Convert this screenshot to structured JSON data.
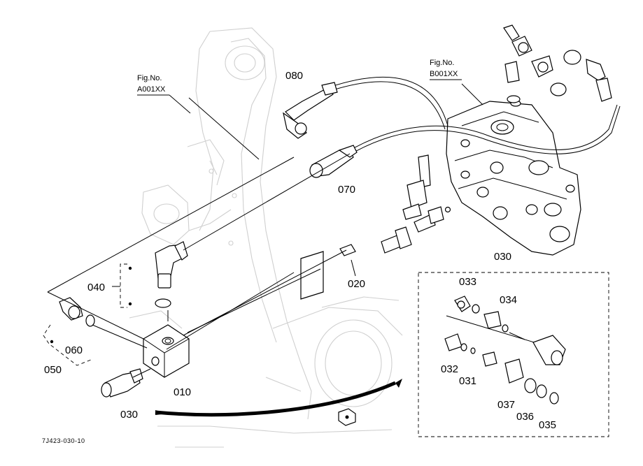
{
  "figure_refs": [
    {
      "line1": "Fig.No.",
      "line2": "A001XX"
    },
    {
      "line1": "Fig.No.",
      "line2": "B001XX"
    }
  ],
  "callouts": {
    "c080": "080",
    "c070": "070",
    "c020": "020",
    "c040": "040",
    "c060": "060",
    "c050": "050",
    "c010": "010",
    "c030_main": "030",
    "c030_box": "030",
    "c033": "033",
    "c034": "034",
    "c032": "032",
    "c031": "031",
    "c037": "037",
    "c036": "036",
    "c035": "035"
  },
  "drawing_code": "7J423-030-10"
}
